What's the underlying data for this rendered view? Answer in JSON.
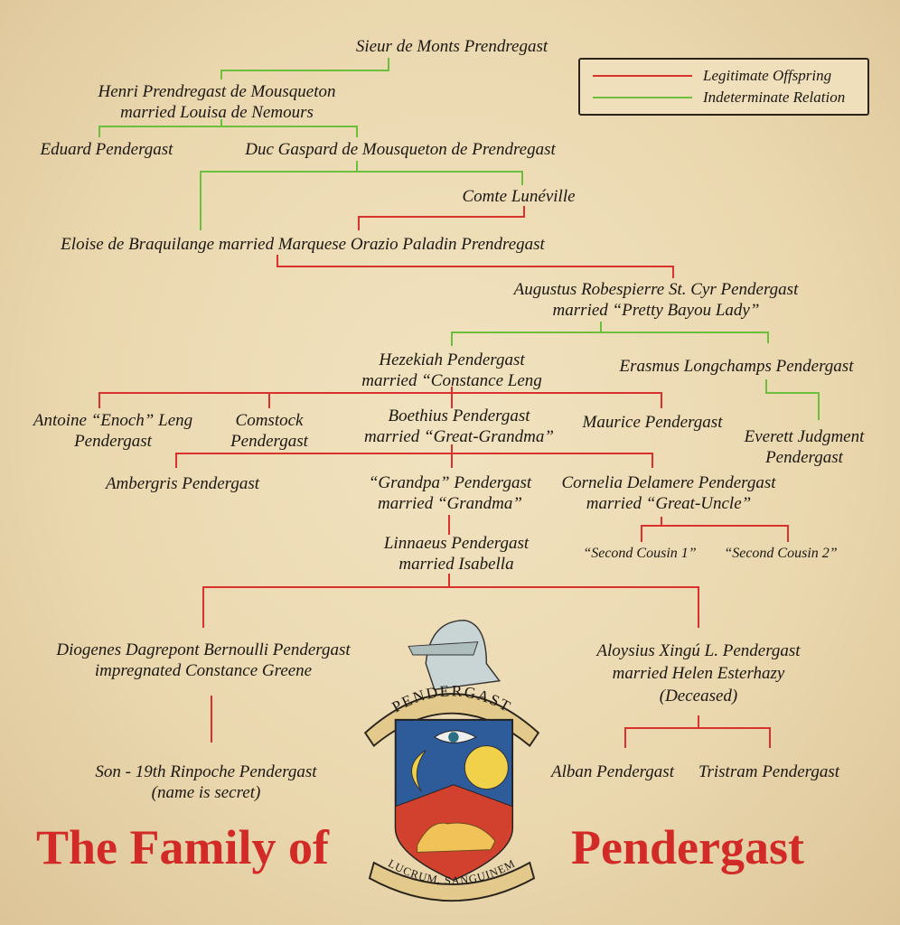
{
  "legend": {
    "legitimate": "Legitimate Offspring",
    "indeterminate": "Indeterminate Relation",
    "colors": {
      "legitimate": "#d9312b",
      "indeterminate": "#6cbf3d"
    }
  },
  "people": {
    "sieur": "Sieur de Monts Prendregast",
    "henri_1": "Henri Prendregast de Mousqueton",
    "henri_2": "married Louisa de Nemours",
    "eduard": "Eduard Pendergast",
    "gaspard": "Duc Gaspard de Mousqueton de Prendregast",
    "comte": "Comte Lunéville",
    "orazio": "Eloise de Braquilange married Marquese Orazio Paladin Prendregast",
    "augustus_1": "Augustus Robespierre St. Cyr  Pendergast",
    "augustus_2": "married “Pretty Bayou Lady”",
    "hezekiah_1": "Hezekiah  Pendergast",
    "hezekiah_2": "married “Constance Leng",
    "erasmus": "Erasmus Longchamps Pendergast",
    "antoine_1": "Antoine “Enoch” Leng",
    "antoine_2": "Pendergast",
    "comstock_1": "Comstock",
    "comstock_2": "Pendergast",
    "boethius_1": "Boethius Pendergast",
    "boethius_2": "married “Great-Grandma”",
    "maurice": "Maurice Pendergast",
    "everett_1": "Everett Judgment",
    "everett_2": "Pendergast",
    "ambergris": "Ambergris Pendergast",
    "grandpa_1": "“Grandpa” Pendergast",
    "grandpa_2": "married “Grandma”",
    "cornelia_1": "Cornelia Delamere Pendergast",
    "cornelia_2": "married “Great-Uncle”",
    "linnaeus_1": "Linnaeus Pendergast",
    "linnaeus_2": "married Isabella",
    "cousin1": "“Second Cousin 1”",
    "cousin2": "“Second Cousin 2”",
    "diogenes_1": "Diogenes Dagrepont Bernoulli Pendergast",
    "diogenes_2": "impregnated Constance Greene",
    "aloysius_1": "Aloysius Xingú L. Pendergast",
    "aloysius_2": "married Helen Esterhazy",
    "aloysius_3": "(Deceased)",
    "son_1": "Son - 19th Rinpoche Pendergast",
    "son_2": "(name is secret)",
    "alban": "Alban Pendergast",
    "tristram": "Tristram Pendergast"
  },
  "title": {
    "left": "The Family of",
    "right": "Pendergast"
  },
  "crest": {
    "banner": "PENDERGAST",
    "motto": "LUCRUM, SANGUINEM"
  }
}
